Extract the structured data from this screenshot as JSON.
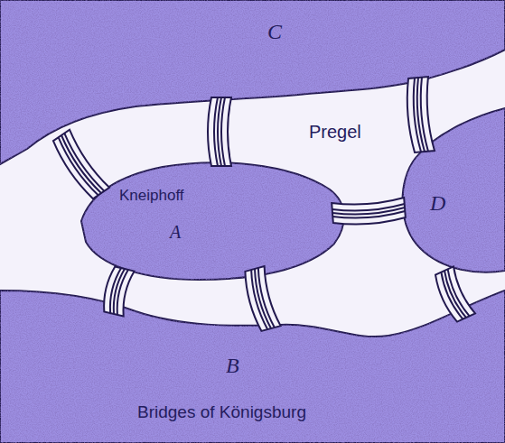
{
  "diagram": {
    "caption": "Bridges of Königsburg",
    "labels": [
      "C",
      "Pregel",
      "Kneiphoff",
      "A",
      "D",
      "B"
    ]
  }
}
